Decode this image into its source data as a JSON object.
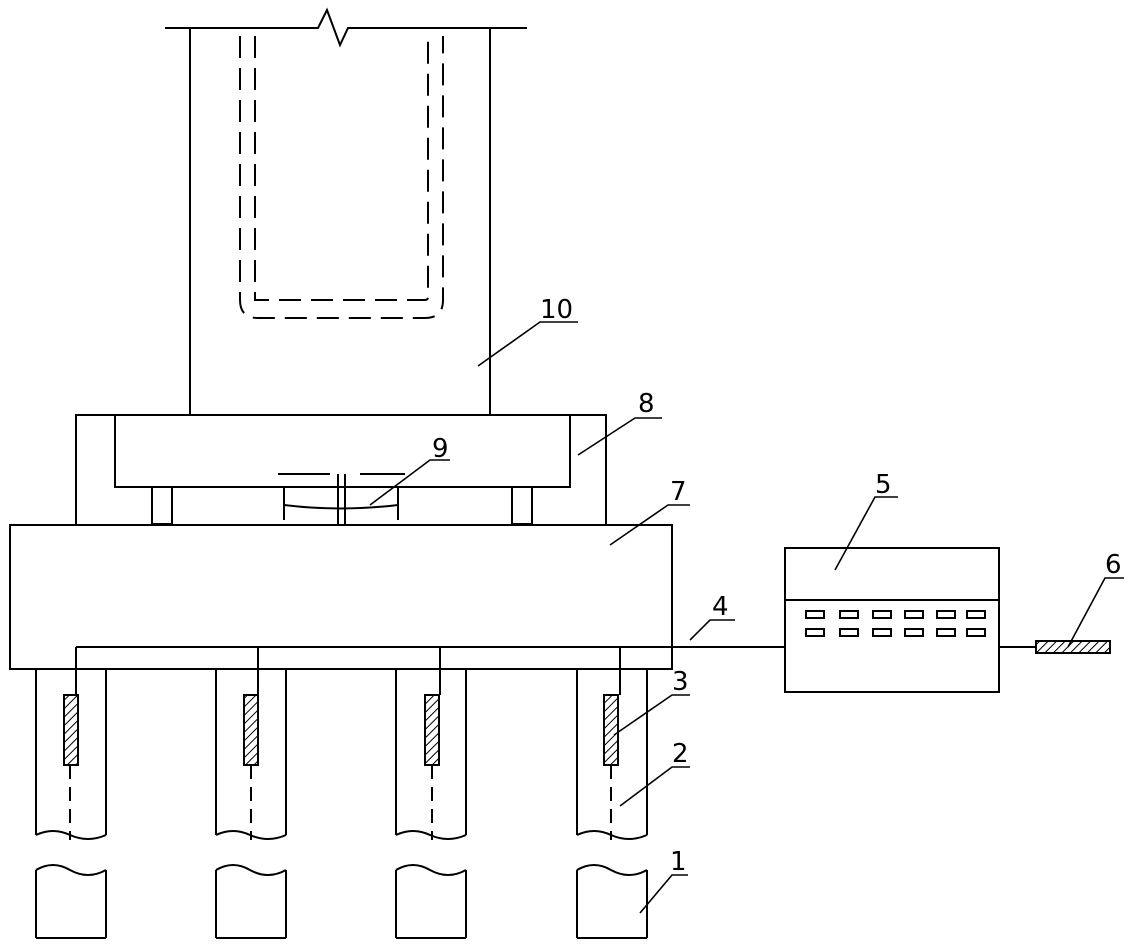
{
  "labels": {
    "pile": "1",
    "fiber_line": "2",
    "sensor": "3",
    "cable": "4",
    "monitor": "5",
    "connector": "6",
    "pile_cap": "7",
    "bearing_base": "8",
    "bearing": "9",
    "pier": "10"
  }
}
